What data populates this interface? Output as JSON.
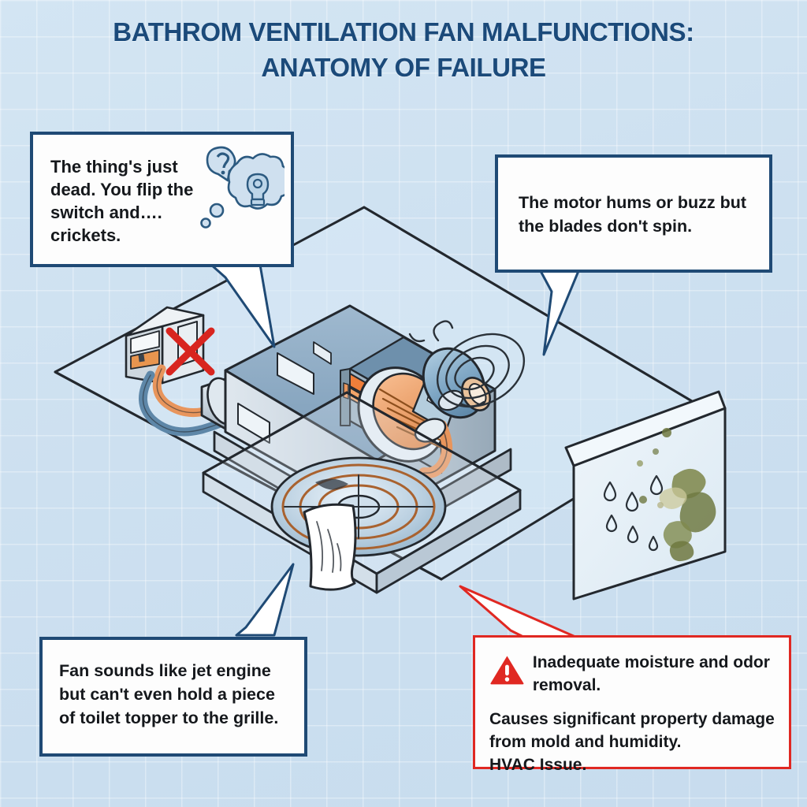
{
  "page": {
    "background_color": "#cfe3f2",
    "grid_color": "#ffffff",
    "accent_navy": "#1f4a75",
    "accent_red": "#e02822"
  },
  "title": {
    "line1": "BATHROM VENTILATION FAN MALFUNCTIONS:",
    "line2": "ANATOMY OF FAILURE",
    "color": "#1b4a7a"
  },
  "callouts": [
    {
      "id": "no-power",
      "position": "top-left",
      "text": "The thing's just dead. You flip the switch and…. crickets.",
      "border_color": "#1f4a75",
      "icons": [
        "question-mark-thought-bubble-icon",
        "lightbulb-thought-bubble-icon"
      ]
    },
    {
      "id": "motor-hum",
      "position": "top-right",
      "text": "The motor hums or buzz but the blades don't spin.",
      "border_color": "#1f4a75"
    },
    {
      "id": "weak-airflow",
      "position": "bottom-left",
      "text": "Fan sounds like jet engine but can't even hold a piece of toilet topper to the grille.",
      "border_color": "#1f4a75"
    }
  ],
  "warning": {
    "id": "consequences",
    "position": "bottom-right",
    "icon": "warning-triangle-icon",
    "headline": "Inadequate moisture and odor removal.",
    "body": "Causes significant property damage from mold and humidity.\nHVAC Issue.",
    "border_color": "#e02822",
    "icon_color": "#e02822"
  },
  "illustration": {
    "name": "isometric-bathroom-exhaust-fan-cutaway",
    "parts": [
      {
        "name": "ceiling-plane",
        "color": "#d6e8f5"
      },
      {
        "name": "fan-housing-box",
        "color": "#c3d2de"
      },
      {
        "name": "blower-wheel-motor",
        "color": "#e8a272"
      },
      {
        "name": "motor-body",
        "color": "#7fa8c6"
      },
      {
        "name": "duct-pipe",
        "color": "#c9d3da"
      },
      {
        "name": "junction-box",
        "color": "#d7dde2"
      },
      {
        "name": "red-x-no-power-marker",
        "color": "#e02822"
      },
      {
        "name": "wire-hot",
        "color": "#e8955c"
      },
      {
        "name": "wire-neutral",
        "color": "#5e87a8"
      },
      {
        "name": "grille-cover",
        "color": "#dfeaf3"
      },
      {
        "name": "toilet-paper-sheet",
        "color": "#ffffff"
      },
      {
        "name": "mold-wall-panel",
        "color": "#e5eef6"
      },
      {
        "name": "mold-stain",
        "color": "#77803f"
      },
      {
        "name": "water-droplets",
        "color": "#e8f2fa"
      },
      {
        "name": "vibration-swirl-lines",
        "color": "#2a3138"
      }
    ]
  }
}
